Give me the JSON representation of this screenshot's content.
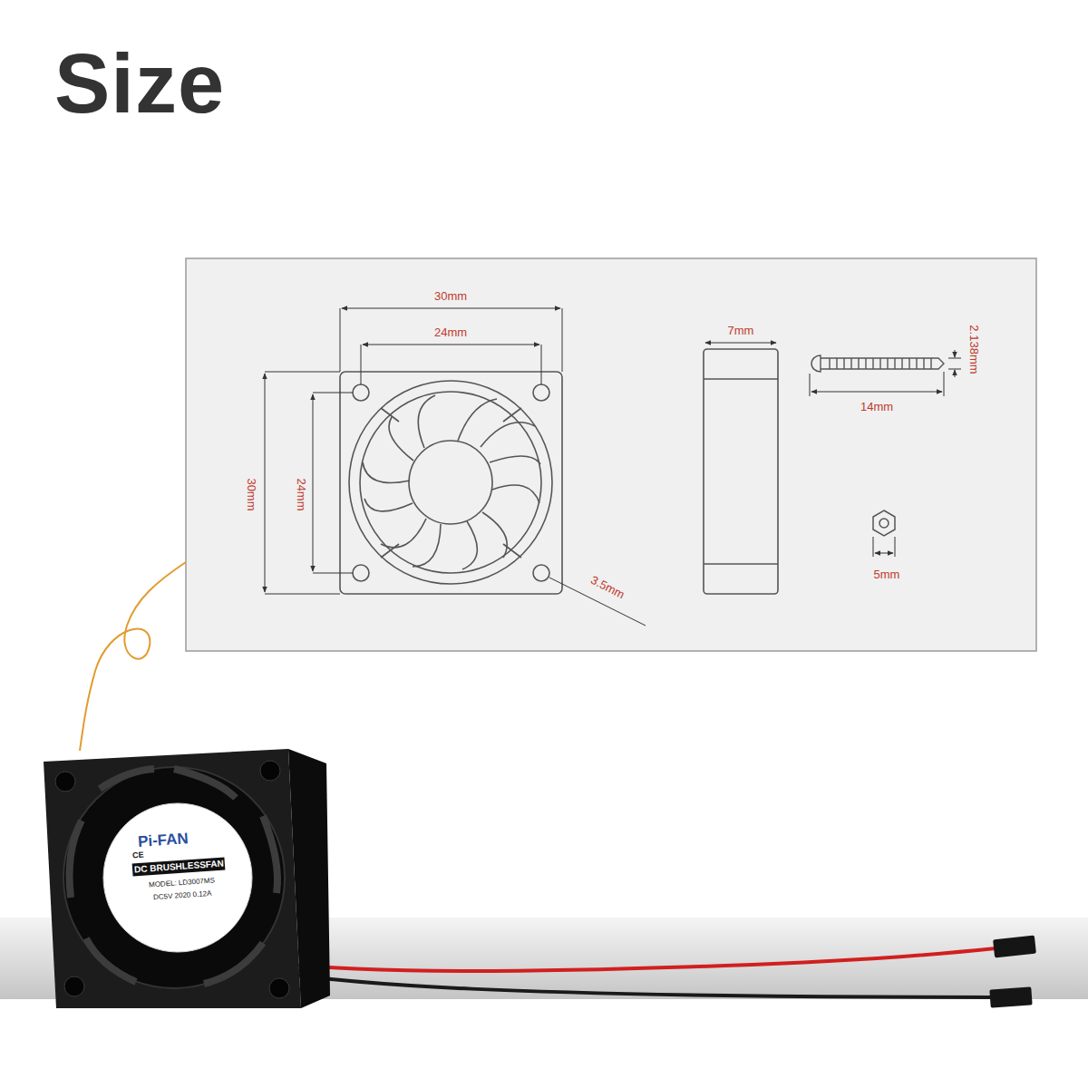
{
  "diagram": {
    "title": "Size",
    "labels": [
      "30mm",
      "24mm",
      "30mm",
      "24mm",
      "3.5mm",
      "7mm",
      "2.138mm",
      "14mm",
      "5mm",
      "Pi-FAN",
      "CE",
      "DC BRUSHLESSFAN",
      "MODEL: LD3007MS",
      "DC5V 2020 0.12A"
    ]
  }
}
